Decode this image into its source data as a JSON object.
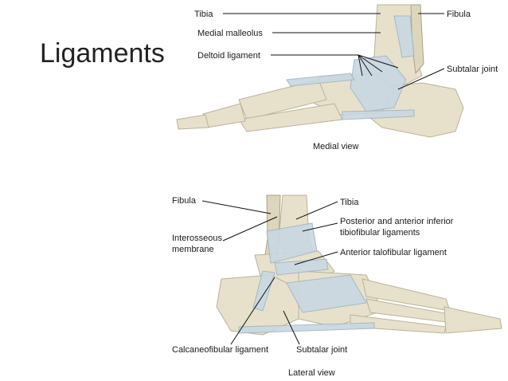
{
  "title": "Ligaments",
  "medial": {
    "caption": "Medial view",
    "labels": {
      "tibia": "Tibia",
      "fibula": "Fibula",
      "medial_malleolus": "Medial malleolus",
      "deltoid": "Deltoid ligament",
      "subtalar": "Subtalar joint"
    }
  },
  "lateral": {
    "caption": "Lateral view",
    "labels": {
      "fibula": "Fibula",
      "tibia": "Tibia",
      "interosseous_1": "Interosseous",
      "interosseous_2": "membrane",
      "post_ant_1": "Posterior and anterior inferior",
      "post_ant_2": "tibiofibular ligaments",
      "ant_talofibular": "Anterior talofibular ligament",
      "calcaneofibular": "Calcaneofibular ligament",
      "subtalar": "Subtalar joint"
    }
  },
  "colors": {
    "bone": "#e7e1cc",
    "ligament": "#c9d8e2",
    "line": "#111111"
  }
}
